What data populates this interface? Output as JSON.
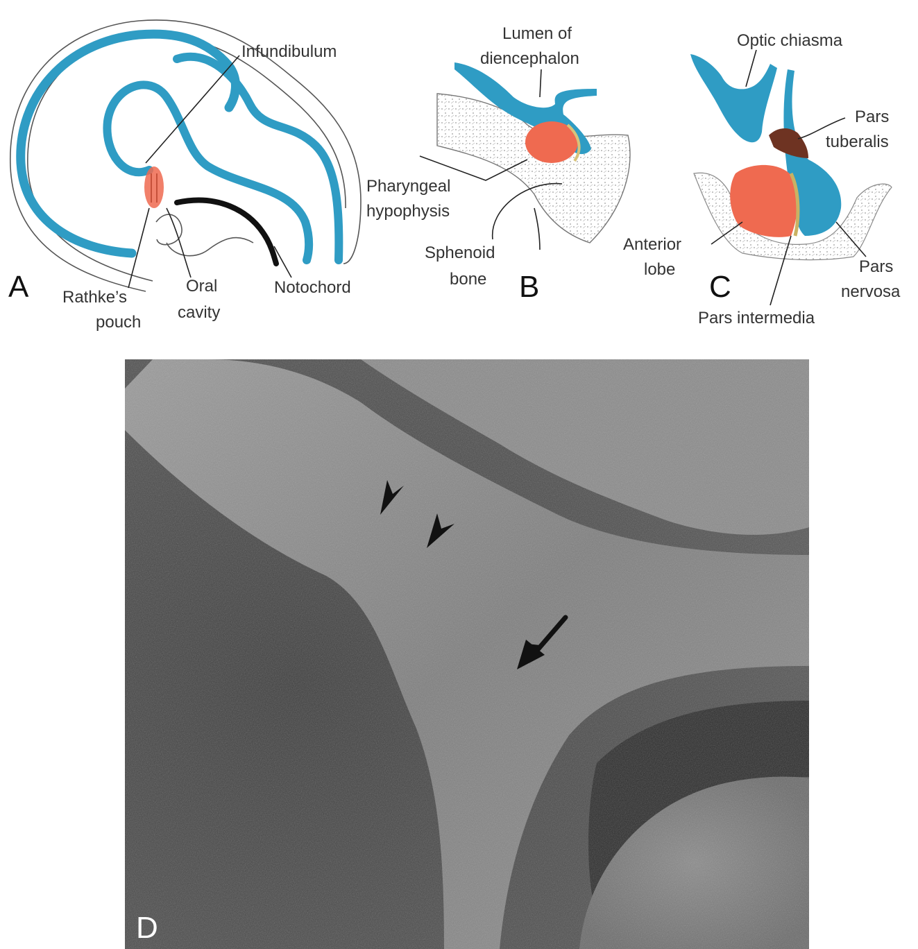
{
  "colors": {
    "neural": "#2f9cc4",
    "ectoderm": "#ef6a50",
    "notochord": "#111111",
    "bone_hatch": "#9a9a9a",
    "micrograph_bg": "#4a4a4a"
  },
  "panels": {
    "a": {
      "letter": "A",
      "labels": {
        "infundibulum": "Infundibulum",
        "rathkes_pouch_1": "Rathke’s",
        "rathkes_pouch_2": "pouch",
        "oral_cavity_1": "Oral",
        "oral_cavity_2": "cavity",
        "notochord": "Notochord"
      }
    },
    "b": {
      "letter": "B",
      "labels": {
        "lumen_1": "Lumen of",
        "lumen_2": "diencephalon",
        "pharyngeal_1": "Pharyngeal",
        "pharyngeal_2": "hypophysis",
        "sphenoid_1": "Sphenoid",
        "sphenoid_2": "bone"
      }
    },
    "c": {
      "letter": "C",
      "labels": {
        "optic_chiasma": "Optic chiasma",
        "pars_tuberalis_1": "Pars",
        "pars_tuberalis_2": "tuberalis",
        "anterior_lobe_1": "Anterior",
        "anterior_lobe_2": "lobe",
        "pars_nervosa_1": "Pars",
        "pars_nervosa_2": "nervosa",
        "pars_intermedia": "Pars intermedia"
      }
    },
    "d": {
      "letter": "D",
      "markers": [
        "arrowhead",
        "arrowhead",
        "arrow"
      ]
    }
  }
}
